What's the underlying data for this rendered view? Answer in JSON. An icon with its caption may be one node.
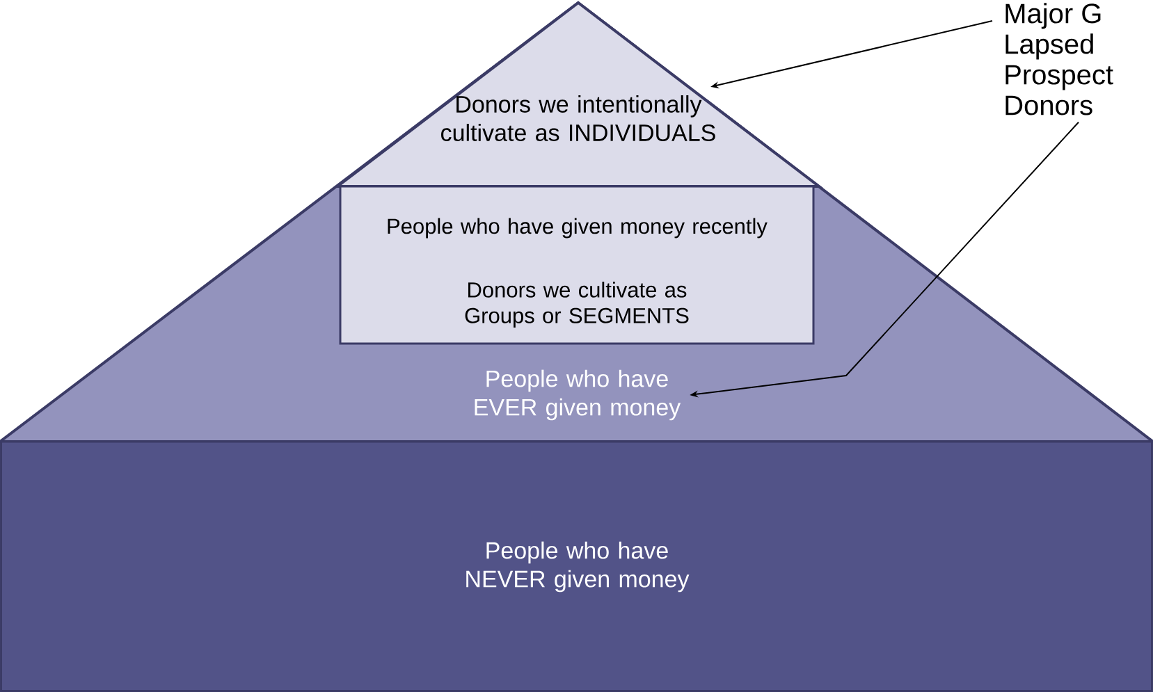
{
  "diagram": {
    "nodes": [
      {
        "text": [
          "People who have EVER given money"
        ]
      },
      {
        "text": [
          "Donors we intentionally cultivate as INDIVIDUALS"
        ],
        "in": 0
      },
      {
        "text": [
          "People who have given money recently",
          "Donors we cultivate as Groups or SEGMENTS"
        ],
        "in": 0
      },
      {
        "text": [
          "People who have NEVER given money"
        ]
      },
      {
        "text": [
          "Major G",
          "Lapsed",
          "Prospect",
          "Donors"
        ]
      }
    ],
    "edges": [
      {
        "from": 4,
        "to": 1,
        "arrow": "to"
      },
      {
        "from": 4,
        "to": 0,
        "arrow": "to"
      }
    ]
  }
}
